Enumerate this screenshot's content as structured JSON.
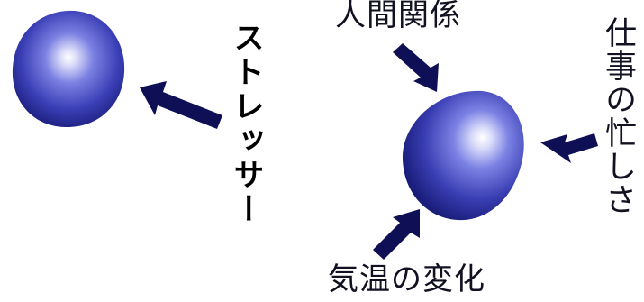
{
  "diagram": {
    "stressor_label": "ストレッサー",
    "stressors": {
      "relations": "人間関係",
      "work_busy": "仕事の忙しさ",
      "temperature": "気温の変化"
    },
    "colors": {
      "sphere_highlight": "#ffffff",
      "sphere_mid": "#5a60d8",
      "sphere_dark": "#1a1d7a",
      "arrow": "#0f0f55",
      "text": "#111122"
    }
  }
}
